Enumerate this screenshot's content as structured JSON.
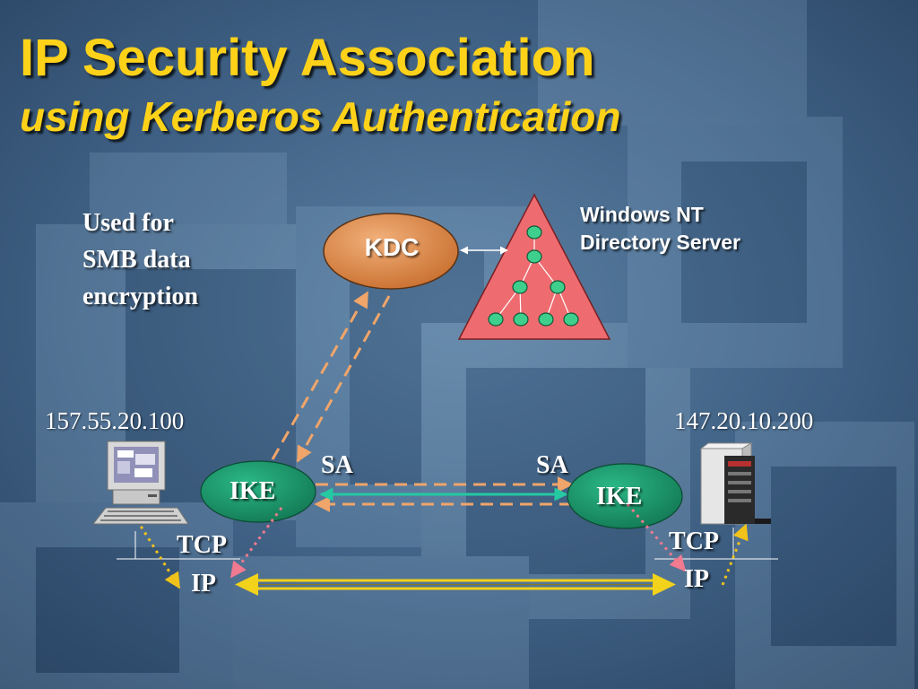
{
  "slide": {
    "title": "IP Security Association",
    "subtitle": "using Kerberos Authentication"
  },
  "note": {
    "line1": "Used for",
    "line2": "SMB data",
    "line3": "encryption"
  },
  "kdc": {
    "label": "KDC"
  },
  "directory": {
    "line1": "Windows NT",
    "line2": "Directory Server"
  },
  "client": {
    "address": "157.55.20.100",
    "ike_label": "IKE",
    "tcp_label": "TCP",
    "ip_label": "IP",
    "sa_label": "SA"
  },
  "server": {
    "address": "147.20.10.200",
    "ike_label": "IKE",
    "tcp_label": "TCP",
    "ip_label": "IP",
    "sa_label": "SA"
  },
  "colors": {
    "title": "#ffd21a",
    "background": "#3a5878",
    "kdc_fill": "#d8813a",
    "directory_fill": "#ef6a6e",
    "node_fill": "#3fcf8c",
    "ike_fill": "#1f9a6e",
    "dashed_orange": "#f0a56a",
    "ike_link": "#25c9a2",
    "ip_link": "#f2d21a",
    "pink_dots": "#f07a90",
    "yellow_dots": "#f0c21a"
  },
  "icons": {
    "client": "desktop-computer-icon",
    "server": "tower-server-icon"
  }
}
